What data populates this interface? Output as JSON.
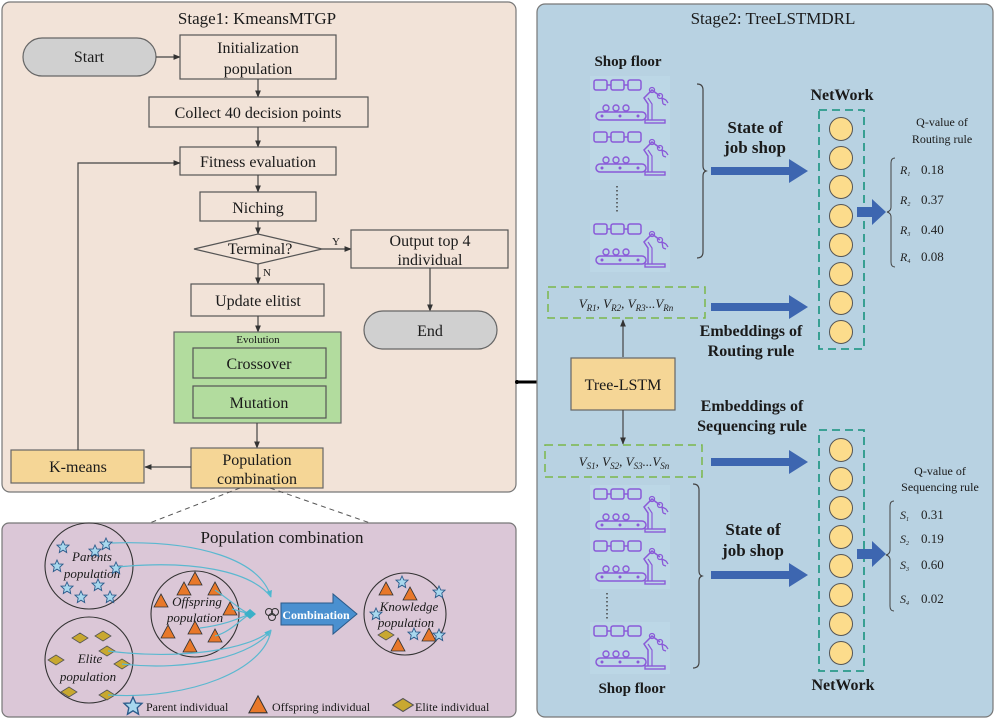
{
  "stage1": {
    "title": "Stage1: KmeansMTGP",
    "start": "Start",
    "init": [
      "Initialization",
      "population"
    ],
    "collect": "Collect 40 decision points",
    "fitness": "Fitness evaluation",
    "niching": "Niching",
    "terminal": "Terminal?",
    "yes": "Y",
    "no": "N",
    "output": [
      "Output top 4",
      "individual"
    ],
    "end": "End",
    "update": "Update elitist",
    "evolution": "Evolution",
    "crossover": "Crossover",
    "mutation": "Mutation",
    "popcomb": [
      "Population",
      "combination"
    ],
    "kmeans": "K-means"
  },
  "popcombination": {
    "title": "Population combination",
    "parents": [
      "Parents",
      "population"
    ],
    "offspring": [
      "Offspring",
      "population"
    ],
    "elite": [
      "Elite",
      "population"
    ],
    "knowledge": [
      "Knowledge",
      "population"
    ],
    "combination_label": "Combination",
    "legend": {
      "parent": "Parent individual",
      "offspring": "Offspring individual",
      "elite": "Elite individual"
    },
    "colors": {
      "parent": "#a8d8ee",
      "offspring": "#e8782a",
      "elite": "#c8a830",
      "arrow": "#4a90d0",
      "curve": "#5ab8d0"
    }
  },
  "stage2": {
    "title": "Stage2: TreeLSTMDRL",
    "shop_floor_top": "Shop floor",
    "shop_floor_bottom": "Shop floor",
    "state_top": [
      "State of",
      "job shop"
    ],
    "state_bottom": [
      "State of",
      "job shop"
    ],
    "network_top": "NetWork",
    "network_bottom": "NetWork",
    "emb_routing": [
      "Embeddings of",
      "Routing rule"
    ],
    "emb_sequencing": [
      "Embeddings of",
      "Sequencing rule"
    ],
    "tree_lstm": "Tree-LSTM",
    "vr": {
      "base": "V",
      "subs": [
        "R1",
        "R2",
        "R3",
        "Rn"
      ]
    },
    "vs": {
      "base": "V",
      "subs": [
        "S1",
        "S2",
        "S3",
        "Sn"
      ]
    },
    "q_routing_title": [
      "Q-value of",
      "Routing rule"
    ],
    "q_routing": [
      {
        "label": "R",
        "sub": "1",
        "value": "0.18"
      },
      {
        "label": "R",
        "sub": "2",
        "value": "0.37"
      },
      {
        "label": "R",
        "sub": "3",
        "value": "0.40"
      },
      {
        "label": "R",
        "sub": "4",
        "value": "0.08"
      }
    ],
    "q_sequencing_title": [
      "Q-value of",
      "Sequencing rule"
    ],
    "q_sequencing": [
      {
        "label": "S",
        "sub": "1",
        "value": "0.31"
      },
      {
        "label": "S",
        "sub": "2",
        "value": "0.19"
      },
      {
        "label": "S",
        "sub": "3",
        "value": "0.60"
      },
      {
        "label": "S",
        "sub": "4",
        "value": "0.02"
      }
    ],
    "colors": {
      "panel": "#b8d2e2",
      "arrow": "#3d66b0",
      "neuron": "#fcdc8c",
      "network_border": "#2a9a8a",
      "embedding_border": "#7ab84a",
      "shopfloor": "#8a5ad8"
    }
  }
}
